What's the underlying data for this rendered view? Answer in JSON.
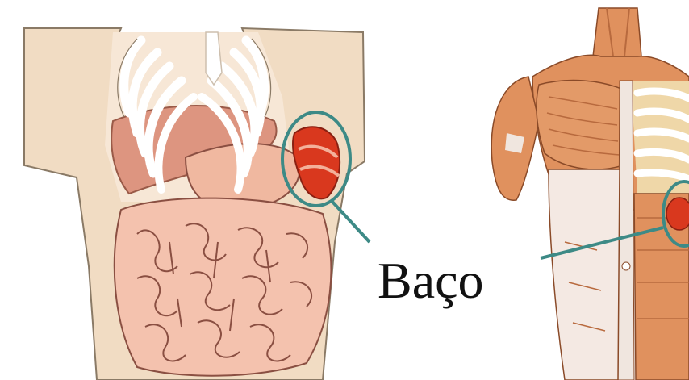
{
  "label": {
    "text": "Baço"
  },
  "colors": {
    "skin": "#f1dcc3",
    "skin_outline": "#8a7a66",
    "rib": "#ffffff",
    "liver": "#dd9580",
    "stomach": "#f0b8a0",
    "intestine": "#f4c2ae",
    "intestine_line": "#8a4f42",
    "spleen": "#d9381e",
    "spleen_dark": "#b02a18",
    "circle": "#3d8a86",
    "muscle": "#e0915e",
    "muscle_dark": "#b86a3e",
    "tendon": "#f0e6df",
    "ribs_bg": "#efd7a8"
  },
  "icons": [
    "torso-anatomy-illustration",
    "spleen-organ",
    "muscle-torso-illustration"
  ]
}
